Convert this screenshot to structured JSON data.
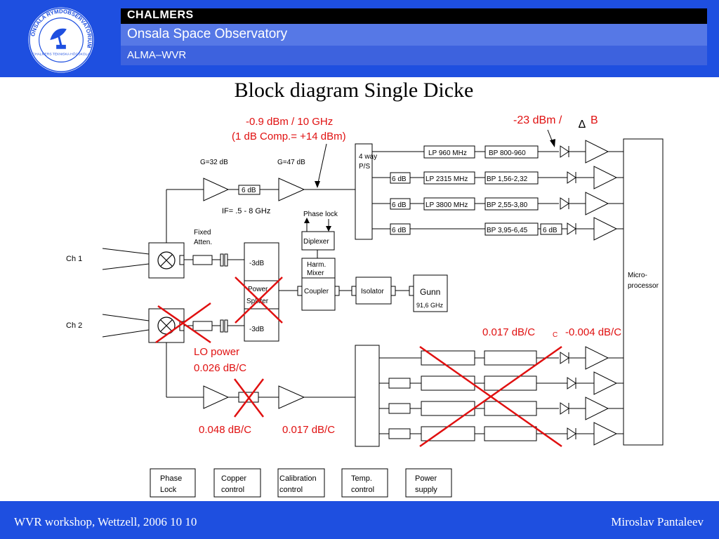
{
  "header": {
    "org": "CHALMERS",
    "observatory": "Onsala Space Observatory",
    "project": "ALMA–WVR",
    "logo": {
      "ring_text": "ONSALA RYMDOBSERVATORIUM",
      "inner_text": "CHALMERS TEKNISKA HÖGSKOLA"
    }
  },
  "title": "Block diagram Single Dicke",
  "diagram": {
    "amp1_gain": "G=32 dB",
    "amp2_gain": "G=47 dB",
    "atten_6db": "6 dB",
    "if_range": "IF= .5 - 8 GHz",
    "power_note_1": "-0.9 dBm / 10 GHz",
    "power_note_2": "(1 dB Comp.= +14 dBm)",
    "splitter_line1": "4 way",
    "splitter_line2": "P/S",
    "lp1": "LP 960 MHz",
    "bp1": "BP 800-960",
    "lp2": "LP 2315 MHz",
    "bp2": "BP 1,56-2,32",
    "lp3": "LP 3800 MHz",
    "bp3": "BP 2,55-3,80",
    "bp4": "BP 3,95-6,45",
    "pad2": "6 dB",
    "pad3": "6 dB",
    "pad4": "6 dB",
    "pad4b": "6 dB",
    "sens_prefix": "-23 dBm /",
    "sens_delta": "∆",
    "sens_b": "B",
    "phase_lock_label": "Phase lock",
    "diplexer": "Diplexer",
    "harm_mixer_1": "Harm.",
    "harm_mixer_2": "Mixer",
    "coupler": "Coupler",
    "isolator": "Isolator",
    "gunn": "Gunn",
    "gunn_freq": "91,6 GHz",
    "fixed_atten_1": "Fixed",
    "fixed_atten_2": "Atten.",
    "ps_top": "-3dB",
    "ps_bottom": "-3dB",
    "ps_label_1": "Power",
    "ps_label_2": "Splitter",
    "ch1": "Ch 1",
    "ch2": "Ch 2",
    "micro_1": "Micro-",
    "micro_2": "processor",
    "coef_det": "0.017 dB/C",
    "coef_det_small": "C",
    "coef_amp": "-0.004 dB/C",
    "lo_power_1": "LO power",
    "lo_power_2": "0.026 dB/C",
    "coef_atten": "0.048 dB/C",
    "coef_amp2": "0.017 dB/C",
    "bottom_boxes": [
      {
        "l1": "Phase",
        "l2": "Lock"
      },
      {
        "l1": "Copper",
        "l2": "control"
      },
      {
        "l1": "Calibration",
        "l2": "control"
      },
      {
        "l1": "Temp.",
        "l2": "control"
      },
      {
        "l1": "Power",
        "l2": "supply"
      }
    ]
  },
  "footer": {
    "left": "WVR workshop, Wettzell, 2006 10 10",
    "right": "Miroslav Pantaleev"
  },
  "colors": {
    "header_blue": "#1e4fe0",
    "annotation_red": "#e01010"
  }
}
